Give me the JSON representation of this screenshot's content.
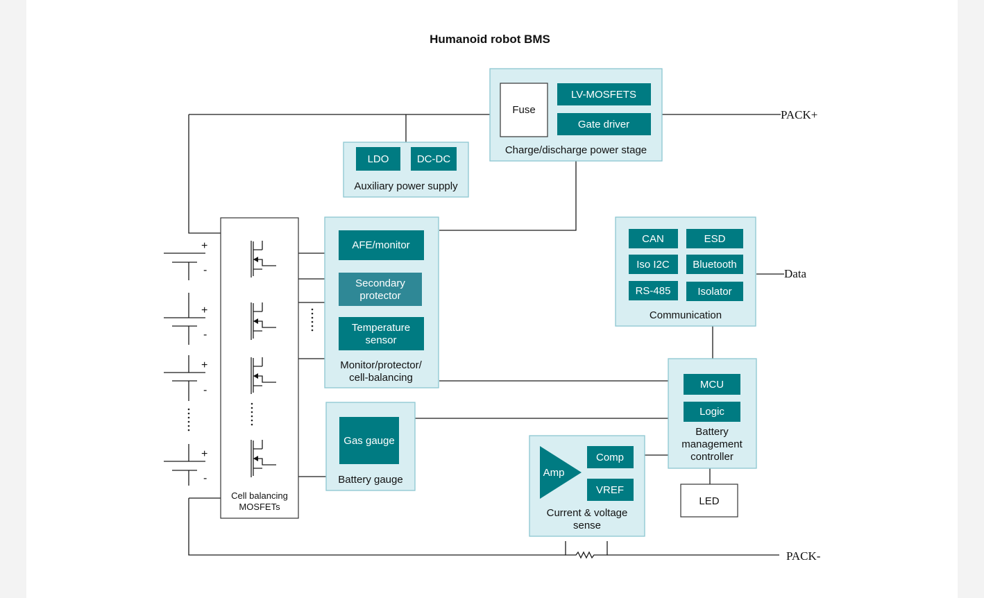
{
  "title": "Humanoid robot BMS",
  "colors": {
    "teal": "#007b82",
    "teal_light": "#2f8896",
    "group_fill": "#d8eef2",
    "group_border": "#8cc7d1"
  },
  "terminals": {
    "pack_plus": "PACK+",
    "pack_minus": "PACK-",
    "data": "Data"
  },
  "power_stage": {
    "label": "Charge/discharge power stage",
    "fuse": "Fuse",
    "lv_mosfets": "LV-MOSFETS",
    "gate_driver": "Gate driver"
  },
  "aux_supply": {
    "label": "Auxiliary power supply",
    "ldo": "LDO",
    "dcdc": "DC-DC"
  },
  "cell_balancing": {
    "label_line1": "Cell balancing",
    "label_line2": "MOSFETs"
  },
  "cells": {
    "plus": "+",
    "minus": "-"
  },
  "monitor": {
    "afe": "AFE/monitor",
    "secondary_line1": "Secondary",
    "secondary_line2": "protector",
    "temp_line1": "Temperature",
    "temp_line2": "sensor",
    "label_line1": "Monitor/protector/",
    "label_line2": "cell-balancing"
  },
  "gauge": {
    "gas_gauge": "Gas gauge",
    "label": "Battery gauge"
  },
  "communication": {
    "label": "Communication",
    "can": "CAN",
    "esd": "ESD",
    "iso_i2c": "Iso I2C",
    "bluetooth": "Bluetooth",
    "rs485": "RS-485",
    "isolator": "Isolator"
  },
  "controller": {
    "mcu": "MCU",
    "logic": "Logic",
    "label_line1": "Battery",
    "label_line2": "management",
    "label_line3": "controller"
  },
  "sense": {
    "amp": "Amp",
    "comp": "Comp",
    "vref": "VREF",
    "label_line1": "Current & voltage",
    "label_line2": "sense"
  },
  "led": "LED"
}
